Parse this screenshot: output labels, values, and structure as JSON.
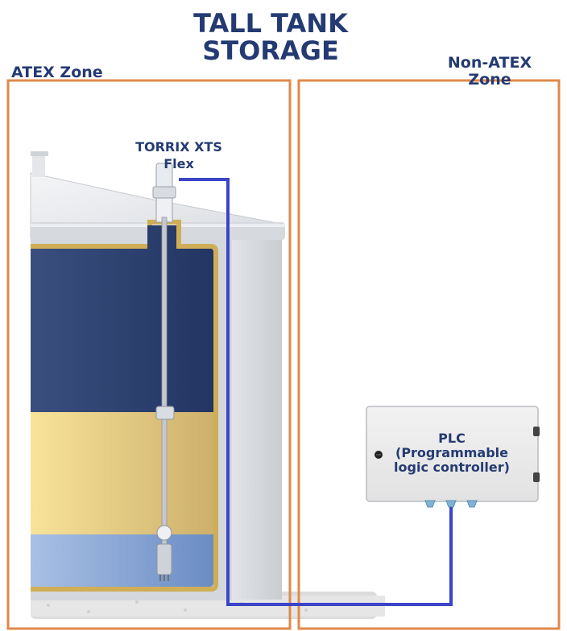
{
  "title": {
    "line1": "TALL TANK",
    "line2": "STORAGE"
  },
  "zones": {
    "atex_label": "ATEX Zone",
    "non_atex_line1": "Non-ATEX",
    "non_atex_line2": "Zone"
  },
  "sensor": {
    "line1": "TORRIX XTS",
    "line2": "Flex"
  },
  "plc": {
    "line1": "PLC",
    "line2": "(Programmable",
    "line3": "logic controller)"
  },
  "colors": {
    "zone_border": "#e0894a",
    "cable": "#3a45c8",
    "text": "#243a73",
    "upper_liquid": "#2c4171",
    "middle_liquid": "#e8c97a",
    "lower_liquid": "#7f9fcf"
  }
}
